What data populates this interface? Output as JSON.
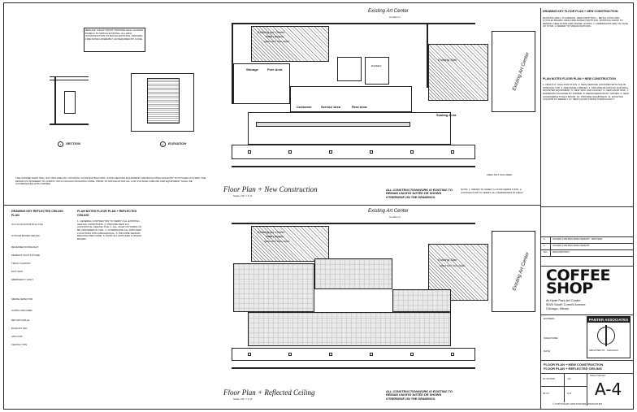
{
  "sheet": {
    "title": "COFFEE SHOP",
    "address_lines": [
      "At Hyde Park Art Center",
      "5020 South Cornell Avenue",
      "Chicago, Illinois"
    ],
    "firm": "PANTER ASSOCIATES",
    "sheet_titles": [
      "FLOOR PLAN + NEW CONSTRUCTION",
      "FLOOR PLAN + REFLECTED CEILING"
    ],
    "sheet_number_label": "Sheet Number:",
    "sheet_number": "A-4",
    "info_cells": [
      "10.15.2015",
      "J.P.",
      "04.13",
      "S.P."
    ],
    "revisions": [
      {
        "no": "2",
        "desc": "ISSUED FOR BUILDING PERMIT - REVISED"
      },
      {
        "no": "1",
        "desc": "ISSUED FOR BUILDING PERMIT"
      },
      {
        "no": "NO.",
        "desc": "DESCRIPTION"
      }
    ],
    "copyright": "© COPYRIGHT 2015 PANTER ASSOCIATES",
    "field_labels": [
      "EXPIRES:",
      "SIGNATURE:",
      "DATE:"
    ]
  },
  "top_plan": {
    "title": "Floor Plan + New Construction",
    "scale": "Scale: 1/4\" = 1'-0\"",
    "building_label": "Existing Art Center",
    "corridor": "Corridor A",
    "rooms": [
      "Existing Art Center",
      "Gallery Staging",
      "AREA NOT INCLUDED",
      "Storage",
      "Free Area",
      "Customer",
      "Service Area",
      "Rest Area",
      "Corridor",
      "Existing Stair",
      "Seating Area",
      "Existing Art Center"
    ],
    "not_included": "AREA NOT INCLUDED",
    "note": "ALL CONSTRUCTION/WORK IS EXISTING TO REMAIN UNLESS NOTED OR SHOWN OTHERWISE ON THE DRAWINGS.",
    "details": [
      {
        "title": "SECTION",
        "sub": "1 A-4"
      },
      {
        "title": "ELEVATION",
        "sub": "2 A-4"
      }
    ]
  },
  "bottom_plan": {
    "title": "Floor Plan + Reflected Ceiling",
    "scale": "Scale: 1/4\" = 1'-0\"",
    "building_label": "Existing Art Center",
    "corridor": "Corridor A",
    "rooms": [
      "Existing Art Center",
      "Gallery Staging",
      "AREA NOT INCLUDED",
      "Existing Stair",
      "AREA NOT INCLUDED",
      "Existing Art Center"
    ],
    "note": "ALL CONSTRUCTION/WORK IS EXISTING TO REMAIN UNLESS NOTED OR SHOWN OTHERWISE ON THE DRAWINGS."
  },
  "right_notes": {
    "drawing_key_title": "DRAWING KEY FLOOR PLAN + NEW CONSTRUCTION",
    "plan_notes_title": "PLAN NOTES FLOOR PLAN + NEW CONSTRUCTION"
  },
  "left_legend": {
    "title": "DRAWING KEY REFLECTED CEILING PLAN",
    "notes_title": "PLAN NOTES FLOOR PLAN + REFLECTED CEILING",
    "items": [
      "2x4 LAY-IN ACOUSTICAL TILE",
      "GYPSUM BOARD CEILING",
      "RECESSED DOWNLIGHT",
      "PENDANT LIGHT FIXTURE",
      "TRACK LIGHTING",
      "EXIT SIGN",
      "EMERGENCY LIGHT",
      "SMOKE DETECTOR",
      "SUPPLY DIFFUSER",
      "RETURN GRILLE",
      "EXHAUST FAN",
      "AIR FLOW",
      "CEILING TYPE"
    ]
  }
}
